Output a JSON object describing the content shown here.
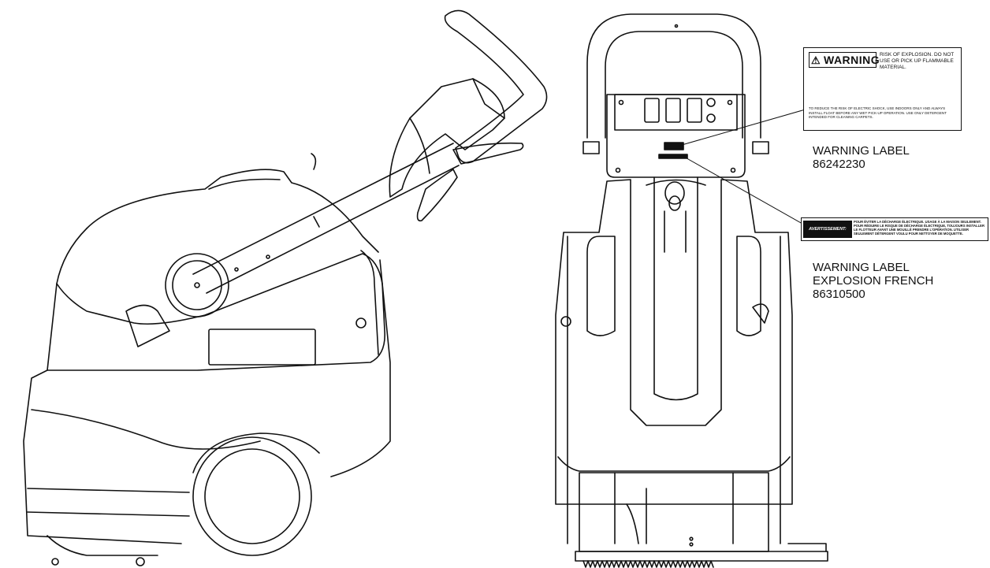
{
  "labels": {
    "warning": {
      "title": "WARNING LABEL",
      "part_number": "86242230"
    },
    "french": {
      "title_line1": "WARNING LABEL",
      "title_line2": "EXPLOSION FRENCH",
      "part_number": "86310500"
    }
  },
  "warning_panel": {
    "heading": "WARNING",
    "message": "RISK OF EXPLOSION. DO NOT USE OR PICK UP FLAMMABLE MATERIAL.",
    "body": "TO REDUCE THE RISK OF ELECTRIC SHOCK, USE INDOORS ONLY AND ALWAYS INSTALL FLOAT BEFORE ANY WET PICK-UP OPERATION. USE ONLY DETERGENT INTENDED FOR CLEANING CARPETS."
  },
  "french_panel": {
    "heading": "AVERTISSEMENT:",
    "body": "POUR ÉVITER LA DÉCHARGE ÉLECTRIQUE. USAGE À LA MAISON SEULEMENT. POUR RÉDUIRE LE RISQUE DE DÉCHARGE ÉLECTRIQUE, TOUJOURS INSTALLER LE FLOTTEUR AVANT UNE MOUILLÉ PRENDRE L'OPÉRATION. UTILISER SEULEMENT DÉTERGENT VOULU POUR NETTOYER DE MOQUETTE."
  }
}
